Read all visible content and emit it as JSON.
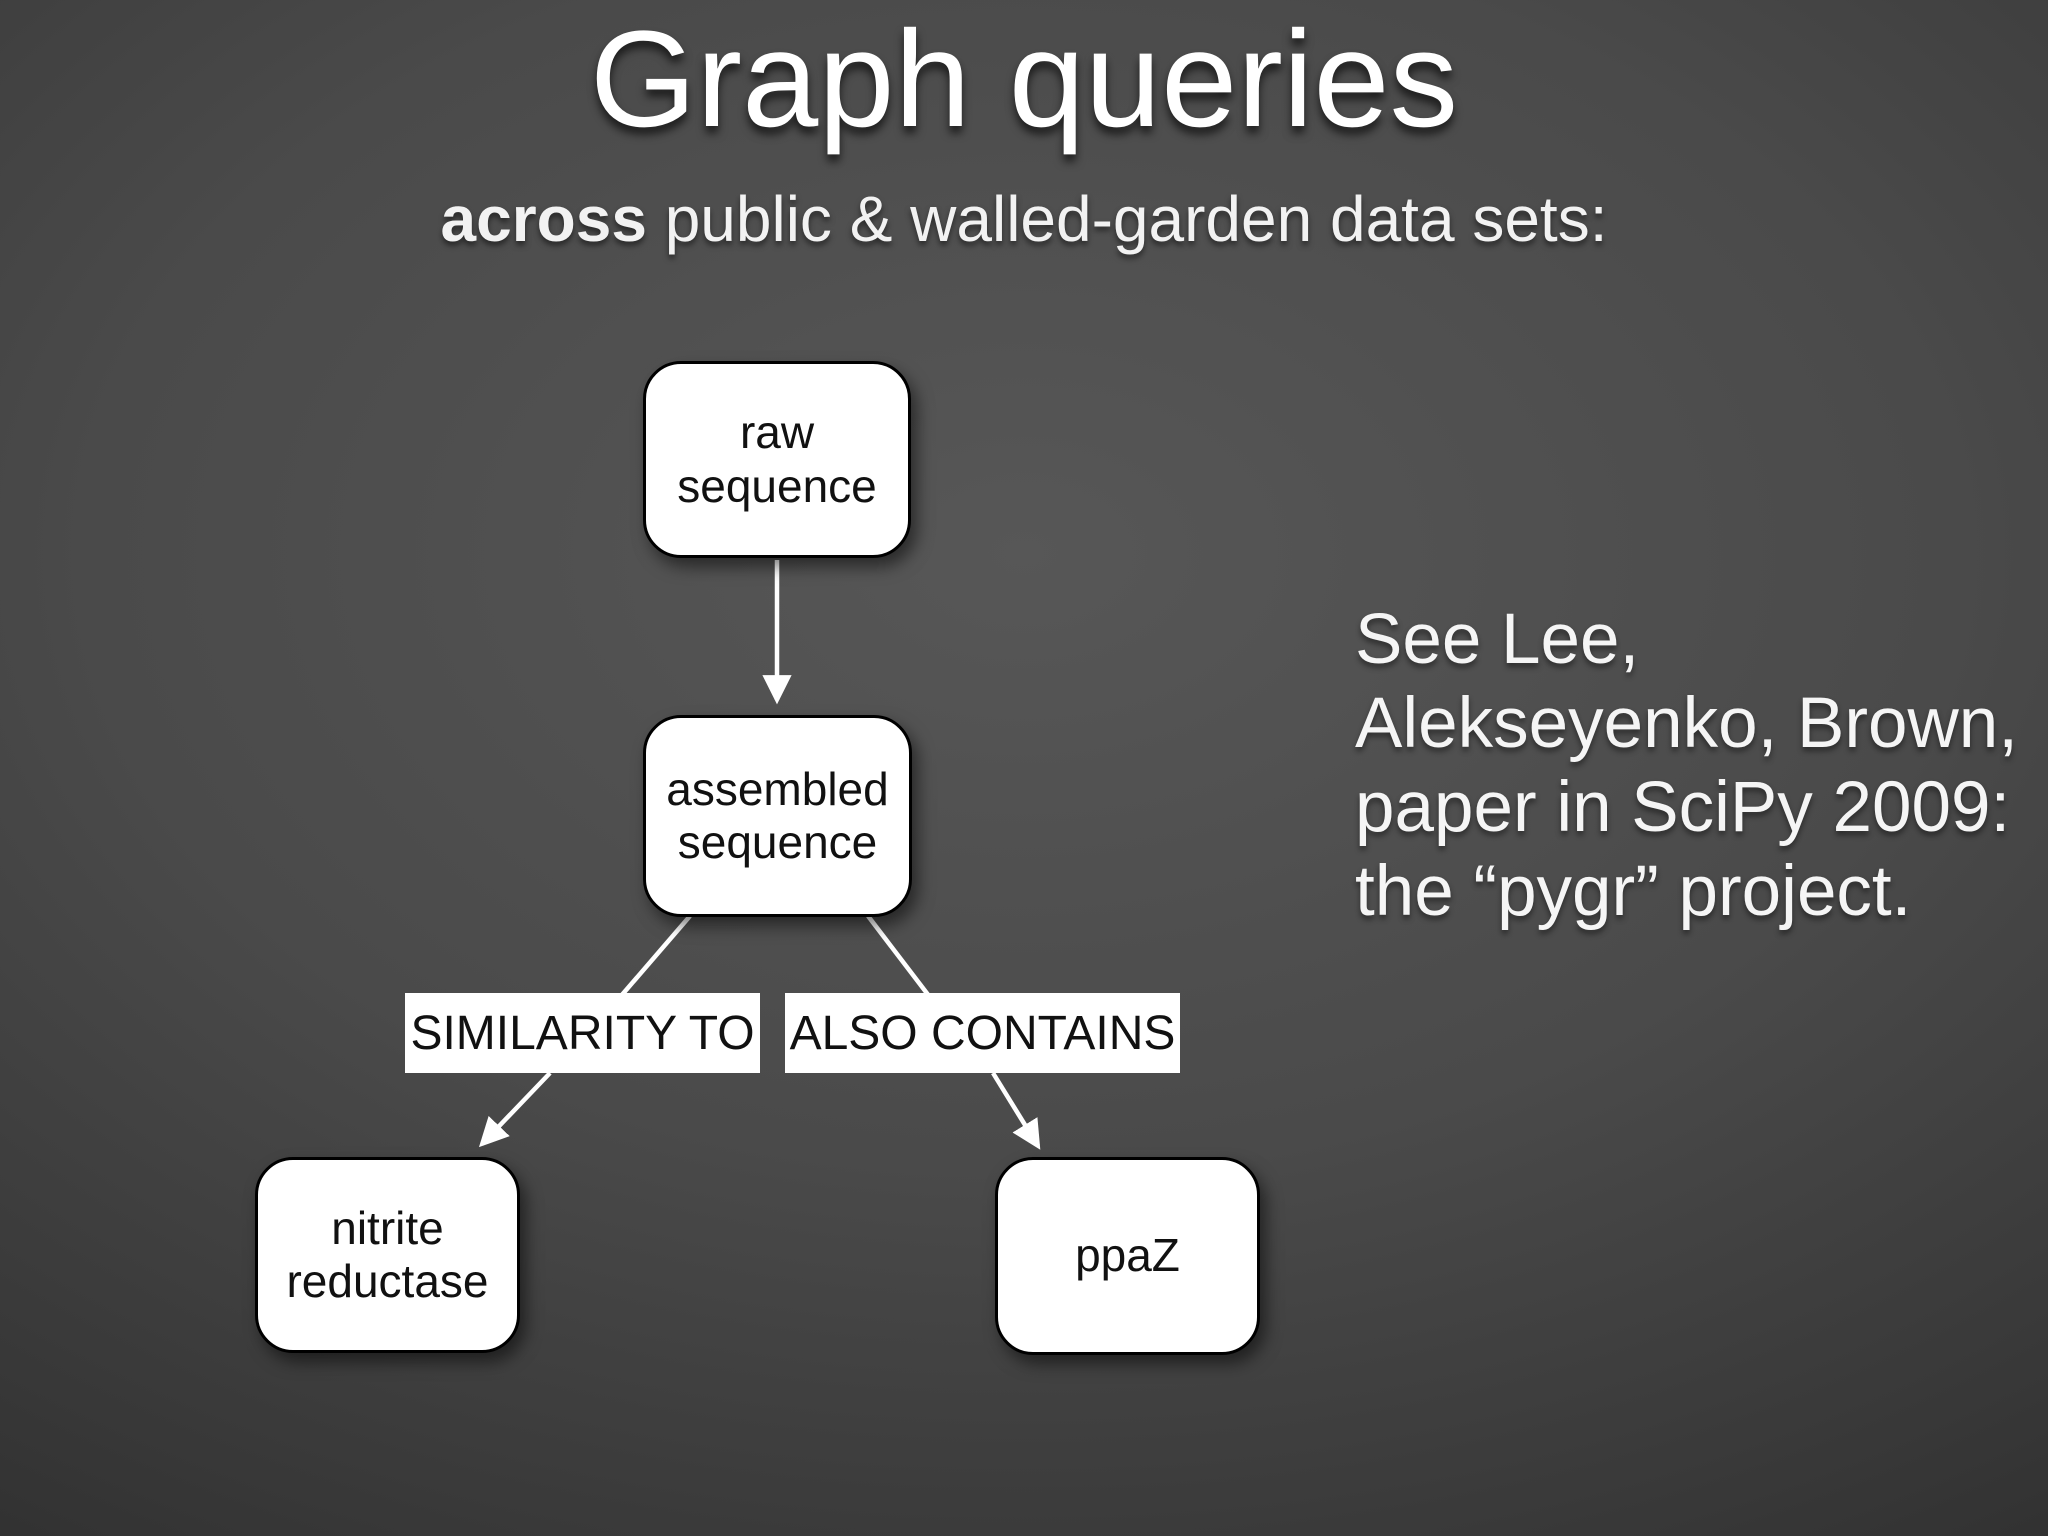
{
  "slide": {
    "title": "Graph queries",
    "subtitle": {
      "bold": "across",
      "rest": " public & walled-garden data sets:"
    }
  },
  "diagram": {
    "nodes": {
      "raw": {
        "label": "raw sequence"
      },
      "assembled": {
        "label": "assembled sequence"
      },
      "nitrite": {
        "label": "nitrite reductase"
      },
      "ppaz": {
        "label": "ppaZ"
      }
    },
    "edge_labels": {
      "similarity": "SIMILARITY TO",
      "also_contains": "ALSO CONTAINS"
    },
    "edges": [
      {
        "from": "raw sequence",
        "to": "assembled sequence",
        "label": ""
      },
      {
        "from": "assembled sequence",
        "to": "nitrite reductase",
        "label": "SIMILARITY TO"
      },
      {
        "from": "assembled sequence",
        "to": "ppaZ",
        "label": "ALSO CONTAINS"
      }
    ]
  },
  "side_note": {
    "lines": [
      "See Lee,",
      "Alekseyenko, Brown,",
      "paper in SciPy 2009:",
      "the “pygr” project."
    ]
  },
  "colors": {
    "bg_center": "#575757",
    "bg_edge": "#1f1f1f",
    "node_fill": "#ffffff",
    "node_border": "#000000",
    "text_dark": "#111111",
    "text_light": "#ffffff",
    "arrow": "#ffffff"
  }
}
